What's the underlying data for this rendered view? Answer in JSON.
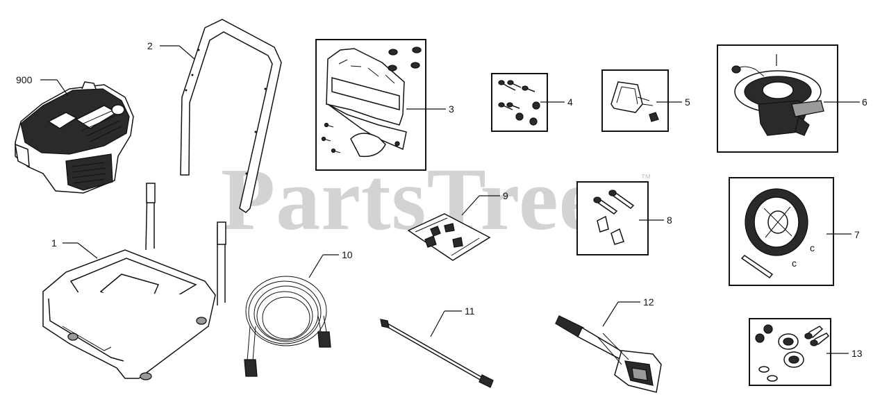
{
  "watermark": {
    "text": "PartsTree",
    "trademark": "™"
  },
  "callouts": [
    {
      "id": "900",
      "label": "900"
    },
    {
      "id": "1",
      "label": "1"
    },
    {
      "id": "2",
      "label": "2"
    },
    {
      "id": "3",
      "label": "3"
    },
    {
      "id": "4",
      "label": "4"
    },
    {
      "id": "5",
      "label": "5"
    },
    {
      "id": "6",
      "label": "6"
    },
    {
      "id": "7",
      "label": "7"
    },
    {
      "id": "8",
      "label": "8"
    },
    {
      "id": "9",
      "label": "9"
    },
    {
      "id": "10",
      "label": "10"
    },
    {
      "id": "11",
      "label": "11"
    },
    {
      "id": "12",
      "label": "12"
    },
    {
      "id": "13",
      "label": "13"
    }
  ]
}
